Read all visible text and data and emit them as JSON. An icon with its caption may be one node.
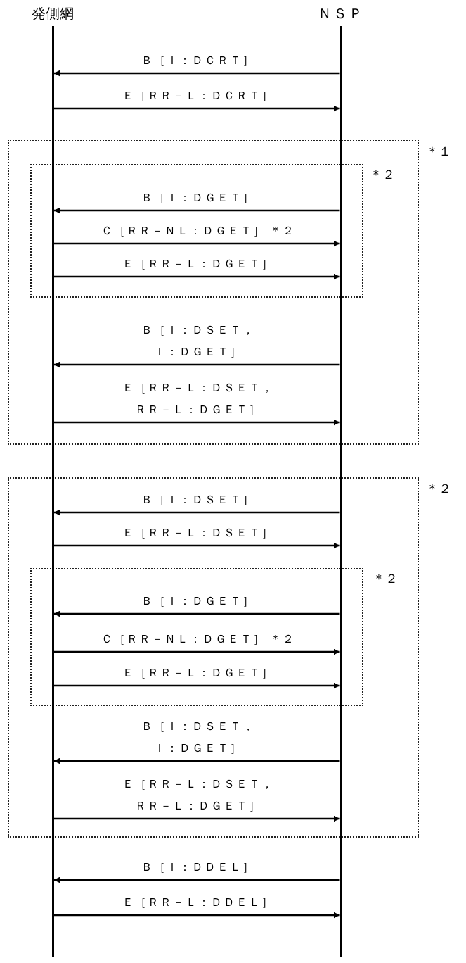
{
  "diagram": {
    "nodes": [
      {
        "text": [
          "発側網"
        ]
      },
      {
        "text": [
          "ＮＳＰ"
        ]
      }
    ],
    "edges": [
      {
        "from": 1,
        "to": 0,
        "arrow": "to",
        "label": "Ｂ［Ｉ：ＤＣＲＴ］"
      },
      {
        "from": 0,
        "to": 1,
        "arrow": "to",
        "label": "Ｅ［ＲＲ－Ｌ：ＤＣＲＴ］"
      },
      {
        "from": 1,
        "to": 0,
        "arrow": "to",
        "label": "Ｂ［Ｉ：ＤＧＥＴ］"
      },
      {
        "from": 0,
        "to": 1,
        "arrow": "to",
        "label": "Ｃ［ＲＲ－ＮＬ：ＤＧＥＴ］ ＊２"
      },
      {
        "from": 0,
        "to": 1,
        "arrow": "to",
        "label": "Ｅ［ＲＲ－Ｌ：ＤＧＥＴ］"
      },
      {
        "from": 1,
        "to": 0,
        "arrow": "to",
        "label": "Ｂ［Ｉ：ＤＳＥＴ，Ｉ：ＤＧＥＴ］"
      },
      {
        "from": 0,
        "to": 1,
        "arrow": "to",
        "label": "Ｅ［ＲＲ－Ｌ：ＤＳＥＴ，ＲＲ－Ｌ：ＤＧＥＴ］"
      },
      {
        "from": 1,
        "to": 0,
        "arrow": "to",
        "label": "Ｂ［Ｉ：ＤＳＥＴ］"
      },
      {
        "from": 0,
        "to": 1,
        "arrow": "to",
        "label": "Ｅ［ＲＲ－Ｌ：ＤＳＥＴ］"
      },
      {
        "from": 1,
        "to": 0,
        "arrow": "to",
        "label": "Ｂ［Ｉ：ＤＧＥＴ］"
      },
      {
        "from": 0,
        "to": 1,
        "arrow": "to",
        "label": "Ｃ［ＲＲ－ＮＬ：ＤＧＥＴ］ ＊２"
      },
      {
        "from": 0,
        "to": 1,
        "arrow": "to",
        "label": "Ｅ［ＲＲ－Ｌ：ＤＧＥＴ］"
      },
      {
        "from": 1,
        "to": 0,
        "arrow": "to",
        "label": "Ｂ［Ｉ：ＤＳＥＴ，Ｉ：ＤＧＥＴ］"
      },
      {
        "from": 0,
        "to": 1,
        "arrow": "to",
        "label": "Ｅ［ＲＲ－Ｌ：ＤＳＥＴ，ＲＲ－Ｌ：ＤＧＥＴ］"
      },
      {
        "from": 1,
        "to": 0,
        "arrow": "to",
        "label": "Ｂ［Ｉ：ＤＤＥＬ］"
      },
      {
        "from": 0,
        "to": 1,
        "arrow": "to",
        "label": "Ｅ［ＲＲ－Ｌ：ＤＤＥＬ］"
      }
    ],
    "labels": [
      "＊１",
      "＊２",
      "＊２",
      "＊２"
    ]
  }
}
